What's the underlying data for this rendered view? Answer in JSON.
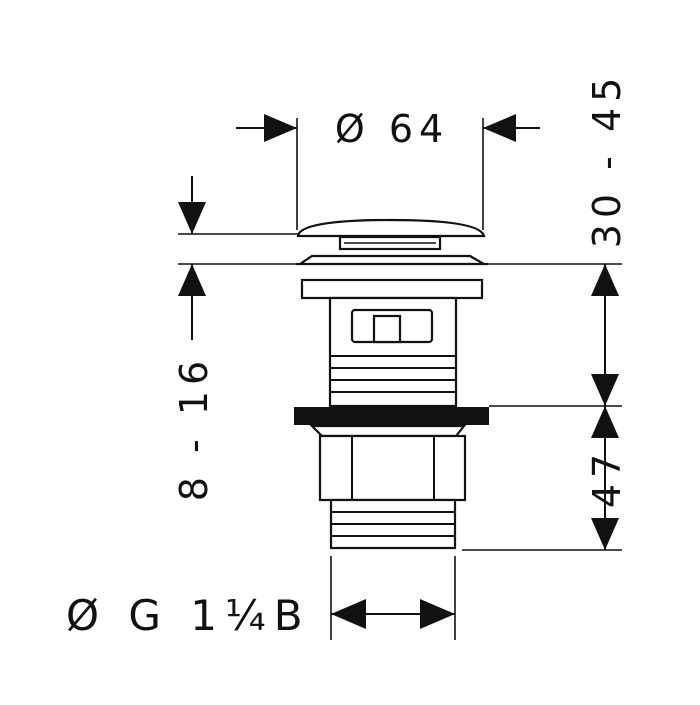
{
  "drawing": {
    "dimensions": {
      "diameter_top": "Ø 64",
      "height_range": "30 - 45",
      "thickness_range": "8 - 16",
      "thread_height": "47",
      "thread_label": "Ø G 1¼B"
    }
  }
}
